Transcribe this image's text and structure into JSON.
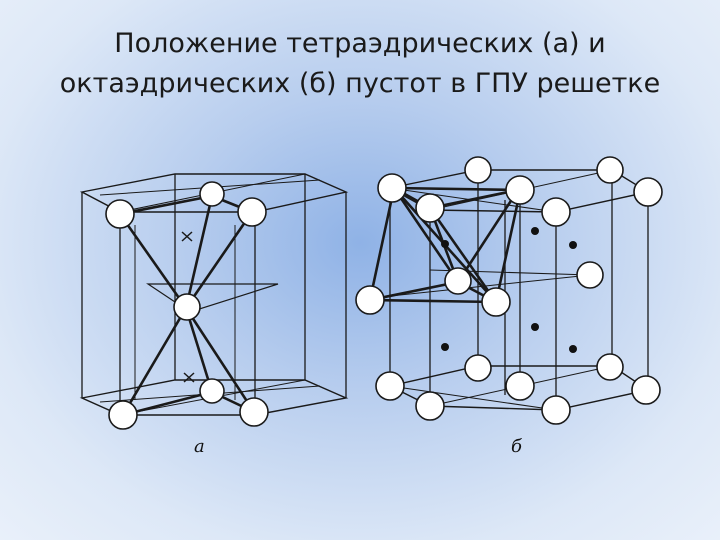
{
  "title": {
    "line1": "Положение тетраэдрических (а) и",
    "line2": "октаэдрических (б) пустот в ГПУ решетке"
  },
  "figures": {
    "left_label": "а",
    "right_label": "б"
  },
  "colors": {
    "line": "#1a1a1a",
    "atom_fill": "#ffffff"
  },
  "icons": {
    "void_cross": "cross-mark",
    "void_dot": "filled-dot"
  }
}
